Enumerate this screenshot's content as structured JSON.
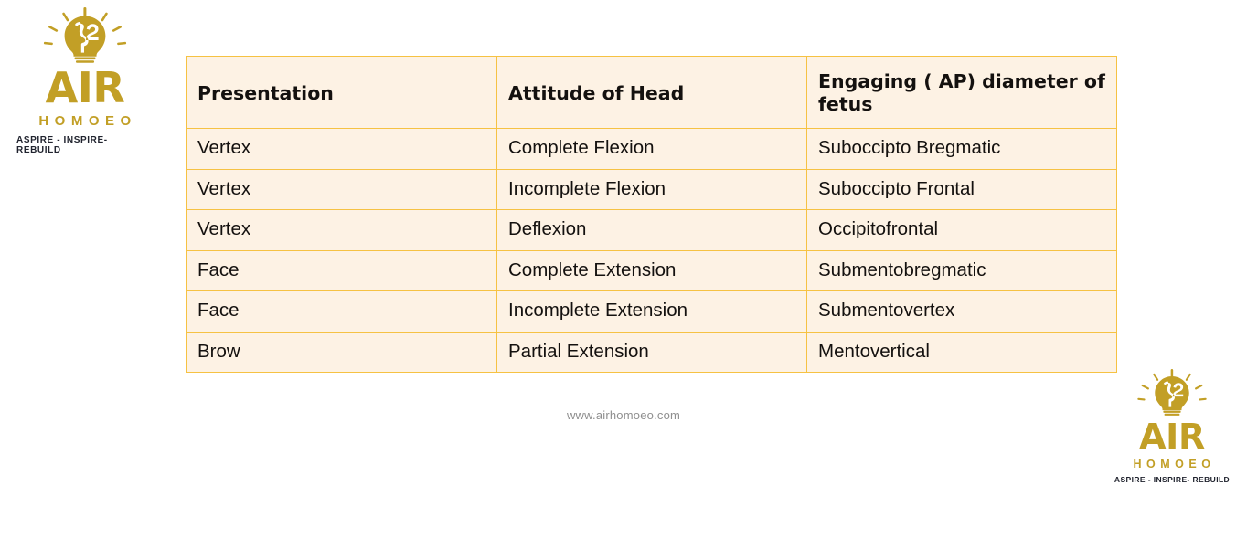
{
  "page": {
    "background_color": "#ffffff",
    "watermark": "www.airhomoeo.com"
  },
  "brand": {
    "name": "AIR",
    "subtitle": "HOMOEO",
    "tagline": "ASPIRE - INSPIRE- REBUILD",
    "gold_color": "#C29F26",
    "tagline_color": "#20232e",
    "icon": "lightbulb-head-icon"
  },
  "table": {
    "border_color": "#F6C243",
    "cell_background": "#FDF2E4",
    "headers": [
      "Presentation",
      "Attitude of Head",
      "Engaging ( AP) diameter of fetus"
    ],
    "rows": [
      {
        "presentation": "Vertex",
        "attitude": "Complete Flexion",
        "diameter": "Suboccipto Bregmatic"
      },
      {
        "presentation": "Vertex",
        "attitude": "Incomplete Flexion",
        "diameter": "Suboccipto Frontal"
      },
      {
        "presentation": "Vertex",
        "attitude": "Deflexion",
        "diameter": "Occipitofrontal"
      },
      {
        "presentation": "Face",
        "attitude": "Complete Extension",
        "diameter": "Submentobregmatic"
      },
      {
        "presentation": "Face",
        "attitude": "Incomplete Extension",
        "diameter": "Submentovertex"
      },
      {
        "presentation": "Brow",
        "attitude": "Partial Extension",
        "diameter": "Mentovertical"
      }
    ]
  }
}
